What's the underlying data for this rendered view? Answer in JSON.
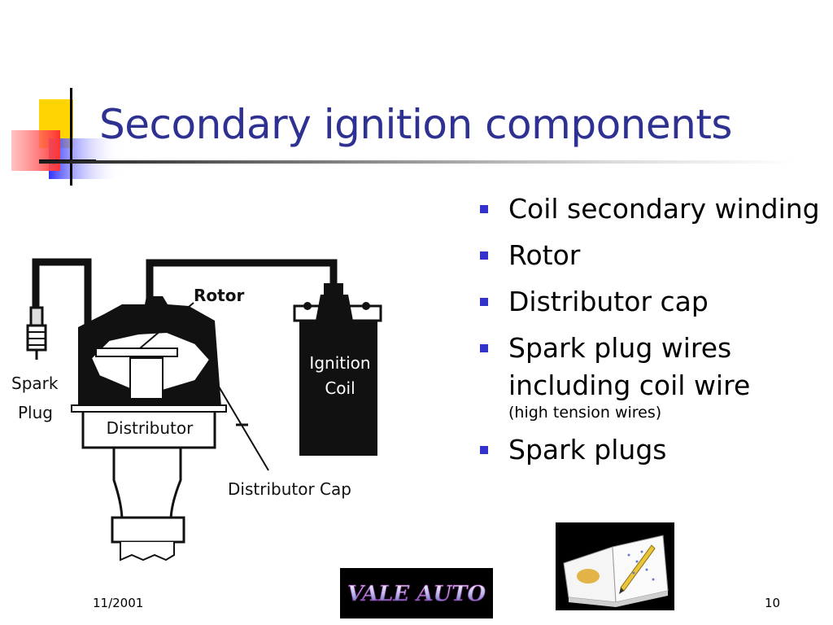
{
  "slide": {
    "title": "Secondary ignition components",
    "footer_date": "11/2001",
    "page_number": "10"
  },
  "diagram": {
    "labels": {
      "rotor": "Rotor",
      "ignition": "Ignition",
      "coil": "Coil",
      "spark": "Spark",
      "plug": "Plug",
      "distributor": "Distributor",
      "distributor_cap": "Distributor Cap"
    }
  },
  "bullets": [
    {
      "text": "Coil secondary winding",
      "sub": ""
    },
    {
      "text": "Rotor",
      "sub": ""
    },
    {
      "text": "Distributor cap",
      "sub": ""
    },
    {
      "text": "Spark plug wires including coil wire",
      "sub": "(high tension wires)"
    },
    {
      "text": "Spark plugs",
      "sub": ""
    }
  ],
  "logo": {
    "text": "VALE AUTO"
  },
  "colors": {
    "title": "#2e3192",
    "bullet_marker": "#3333cc"
  }
}
